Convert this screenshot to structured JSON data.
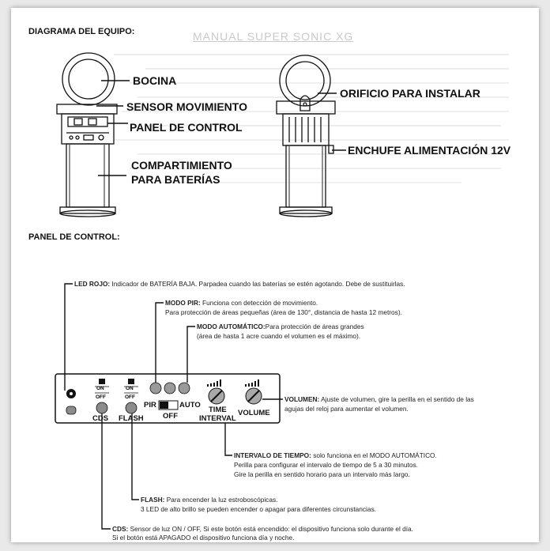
{
  "headings": {
    "device_diagram": "DIAGRAMA DEL EQUIPO:",
    "control_panel": "PANEL DE CONTROL:"
  },
  "background_text": {
    "title": "MANUAL SUPER SONIC XG"
  },
  "device_labels": {
    "speaker": "BOCINA",
    "motion_sensor": "SENSOR MOVIMIENTO",
    "control_panel": "PANEL DE CONTROL",
    "battery_compartment_line1": "COMPARTIMIENTO",
    "battery_compartment_line2": "PARA BATERÍAS",
    "mounting_hole": "ORIFICIO PARA INSTALAR",
    "power_plug": "ENCHUFE ALIMENTACIÓN 12V"
  },
  "panel_labels": {
    "on1": "ON",
    "off1": "OFF",
    "on2": "ON",
    "off2": "OFF",
    "cds": "CDS",
    "flash": "FLASH",
    "pir": "PIR",
    "auto": "AUTO",
    "off_mode": "OFF",
    "time_interval_1": "TIME",
    "time_interval_2": "INTERVAL",
    "volume": "VOLUME"
  },
  "callouts": {
    "led_rojo": {
      "term": "LED ROJO:",
      "text": " Indicador de BATERÍA BAJA. Parpadea cuando las baterías se estén agotando. Debe de sustituirlas."
    },
    "modo_pir": {
      "term": "MODO PIR:",
      "text": " Funciona con detección de movimiento.",
      "line2": "Para protección de áreas pequeñas (área de 130°, distancia de hasta 12 metros)."
    },
    "modo_auto": {
      "term": "MODO AUTOMÁTICO:",
      "text": "Para protección de áreas grandes",
      "line2": "(área de hasta 1 acre cuando el volumen es el máximo)."
    },
    "volumen": {
      "term": "VOLUMEN:",
      "text": " Ajuste de volumen, gire la perilla en el sentido de las",
      "line2": "agujas del reloj para aumentar el volumen."
    },
    "intervalo": {
      "term": "INTERVALO DE TIEMPO:",
      "text": " solo funciona en el MODO AUTOMÁTICO.",
      "line2": "Perilla para configurar el intervalo de tiempo de 5 a 30 minutos.",
      "line3": "Gire la perilla en sentido horario para un intervalo más largo."
    },
    "flash": {
      "term": "FLASH:",
      "text": " Para encender la luz estroboscópicas.",
      "line2": "3 LED de alto brillo se pueden encender o apagar para diferentes circunstancias."
    },
    "cds": {
      "term": "CDS:",
      "text": " Sensor de luz ON / OFF, Si este botón está encendido: el dispositivo funciona solo durante el día.",
      "line2": "Si el botón está APAGADO el dispositivo funciona día y noche."
    }
  },
  "colors": {
    "ink": "#111111",
    "panel_fill": "#ffffff",
    "button_gray": "#8c8c8c",
    "ghost_text": "#c9c9c9"
  }
}
